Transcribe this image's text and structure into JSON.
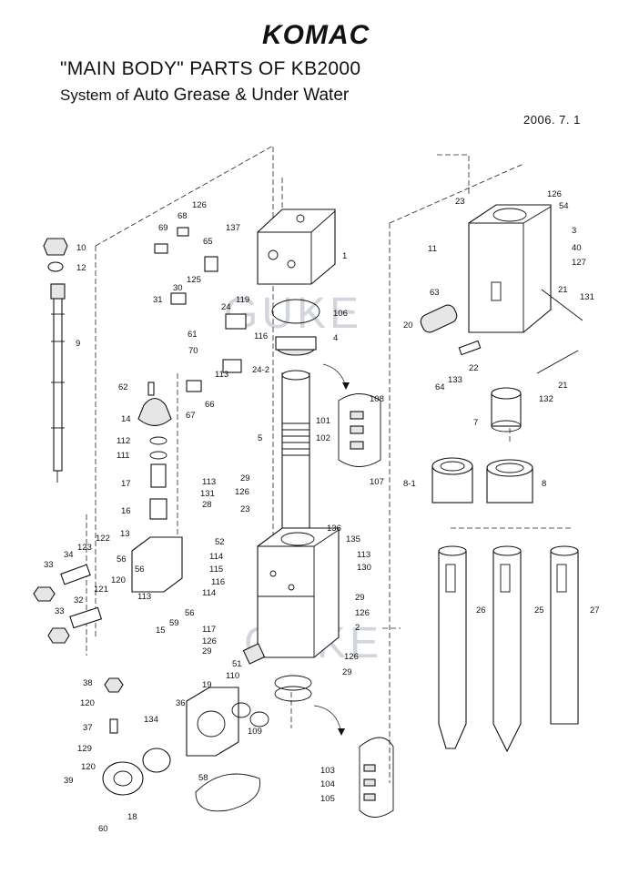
{
  "header": {
    "brand": "KOMAC",
    "title": "\"MAIN BODY\"  PARTS OF KB2000",
    "subtitle_prefix": "System of ",
    "subtitle_rest": "Auto Grease & Under Water",
    "date": "2006.  7.  1"
  },
  "watermark": {
    "text": "GUKE"
  },
  "labels": [
    "1",
    "2",
    "3",
    "4",
    "5",
    "7",
    "8",
    "8-1",
    "9",
    "10",
    "11",
    "12",
    "13",
    "14",
    "15",
    "16",
    "17",
    "18",
    "19",
    "20",
    "21",
    "21",
    "22",
    "23",
    "23",
    "24",
    "24-2",
    "25",
    "26",
    "27",
    "28",
    "29",
    "29",
    "29",
    "29",
    "30",
    "31",
    "32",
    "33",
    "33",
    "34",
    "36",
    "37",
    "38",
    "39",
    "40",
    "51",
    "52",
    "54",
    "56",
    "56",
    "56",
    "58",
    "59",
    "60",
    "61",
    "62",
    "63",
    "64",
    "65",
    "66",
    "67",
    "68",
    "69",
    "70",
    "101",
    "102",
    "103",
    "104",
    "105",
    "106",
    "107",
    "108",
    "109",
    "110",
    "111",
    "112",
    "113",
    "113",
    "113",
    "113",
    "114",
    "114",
    "115",
    "116",
    "116",
    "117",
    "119",
    "120",
    "120",
    "120",
    "121",
    "122",
    "123",
    "125",
    "126",
    "126",
    "126",
    "126",
    "126",
    "126",
    "127",
    "129",
    "130",
    "131",
    "131",
    "132",
    "133",
    "134",
    "135",
    "136",
    "137"
  ]
}
